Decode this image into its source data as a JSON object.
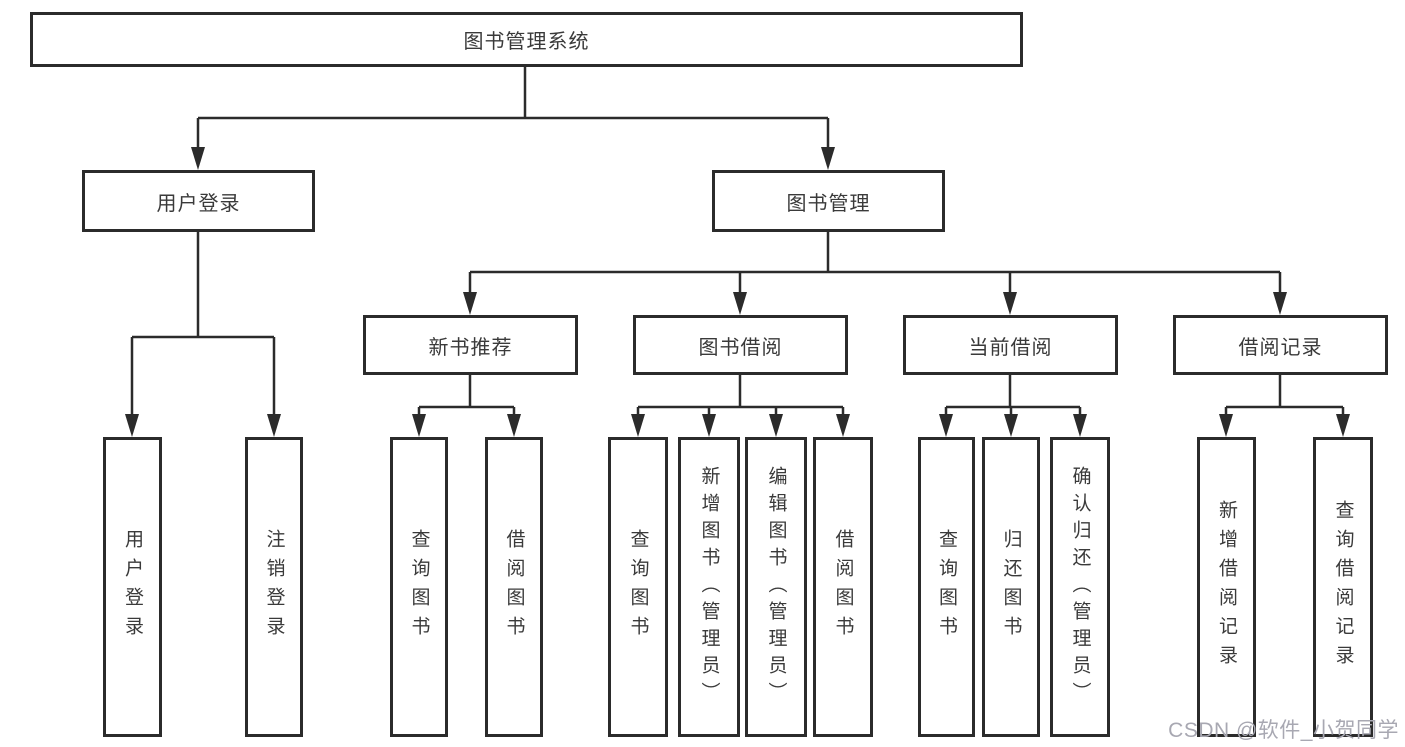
{
  "diagram": {
    "root": {
      "label": "图书管理系统",
      "children": [
        {
          "label": "用户登录",
          "children": [
            {
              "label": "用户登录"
            },
            {
              "label": "注销登录"
            }
          ]
        },
        {
          "label": "图书管理",
          "children": [
            {
              "label": "新书推荐",
              "children": [
                {
                  "label": "查询图书"
                },
                {
                  "label": "借阅图书"
                }
              ]
            },
            {
              "label": "图书借阅",
              "children": [
                {
                  "label": "查询图书"
                },
                {
                  "label": "新增图书（管理员）"
                },
                {
                  "label": "编辑图书（管理员）"
                },
                {
                  "label": "借阅图书"
                }
              ]
            },
            {
              "label": "当前借阅",
              "children": [
                {
                  "label": "查询图书"
                },
                {
                  "label": "归还图书"
                },
                {
                  "label": "确认归还（管理员）"
                }
              ]
            },
            {
              "label": "借阅记录",
              "children": [
                {
                  "label": "新增借阅记录"
                },
                {
                  "label": "查询借阅记录"
                }
              ]
            }
          ]
        }
      ]
    }
  },
  "watermark": {
    "text": "CSDN @软件_小贺同学"
  },
  "colors": {
    "line": "#2b2b2b",
    "background": "#ffffff",
    "watermark": "#a8a8b2"
  }
}
